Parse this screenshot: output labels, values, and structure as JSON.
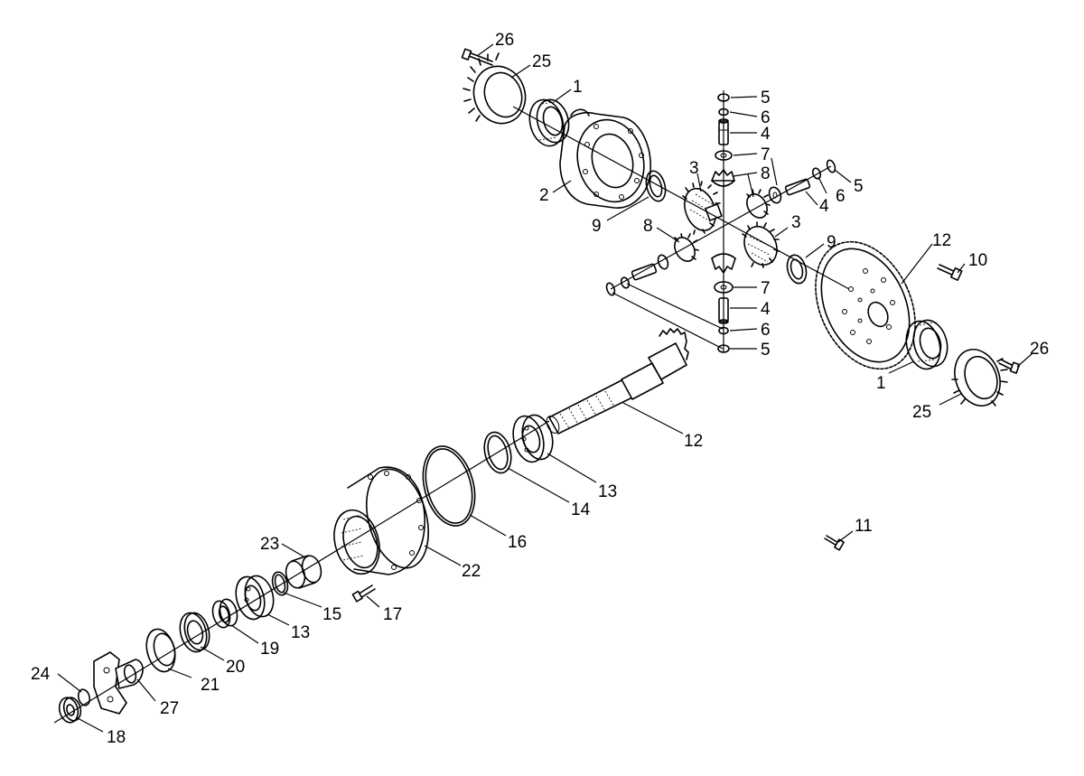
{
  "callouts": [
    {
      "id": "c26a",
      "text": "26"
    },
    {
      "id": "c25a",
      "text": "25"
    },
    {
      "id": "c1a",
      "text": "1"
    },
    {
      "id": "c2",
      "text": "2"
    },
    {
      "id": "c9a",
      "text": "9"
    },
    {
      "id": "c3a",
      "text": "3"
    },
    {
      "id": "c5a",
      "text": "5"
    },
    {
      "id": "c6a",
      "text": "6"
    },
    {
      "id": "c4a",
      "text": "4"
    },
    {
      "id": "c7a",
      "text": "7"
    },
    {
      "id": "c8a",
      "text": "8"
    },
    {
      "id": "c5b",
      "text": "5"
    },
    {
      "id": "c6b",
      "text": "6"
    },
    {
      "id": "c4b",
      "text": "4"
    },
    {
      "id": "c8b",
      "text": "8"
    },
    {
      "id": "c3b",
      "text": "3"
    },
    {
      "id": "c9b",
      "text": "9"
    },
    {
      "id": "c12a",
      "text": "12"
    },
    {
      "id": "c10",
      "text": "10"
    },
    {
      "id": "c7b",
      "text": "7"
    },
    {
      "id": "c4c",
      "text": "4"
    },
    {
      "id": "c6c",
      "text": "6"
    },
    {
      "id": "c5c",
      "text": "5"
    },
    {
      "id": "c1b",
      "text": "1"
    },
    {
      "id": "c26b",
      "text": "26"
    },
    {
      "id": "c25b",
      "text": "25"
    },
    {
      "id": "c12b",
      "text": "12"
    },
    {
      "id": "c13a",
      "text": "13"
    },
    {
      "id": "c14",
      "text": "14"
    },
    {
      "id": "c16",
      "text": "16"
    },
    {
      "id": "c11",
      "text": "11"
    },
    {
      "id": "c22",
      "text": "22"
    },
    {
      "id": "c23",
      "text": "23"
    },
    {
      "id": "c15",
      "text": "15"
    },
    {
      "id": "c17",
      "text": "17"
    },
    {
      "id": "c13b",
      "text": "13"
    },
    {
      "id": "c19",
      "text": "19"
    },
    {
      "id": "c20",
      "text": "20"
    },
    {
      "id": "c21",
      "text": "21"
    },
    {
      "id": "c24",
      "text": "24"
    },
    {
      "id": "c27",
      "text": "27"
    },
    {
      "id": "c18",
      "text": "18"
    }
  ]
}
